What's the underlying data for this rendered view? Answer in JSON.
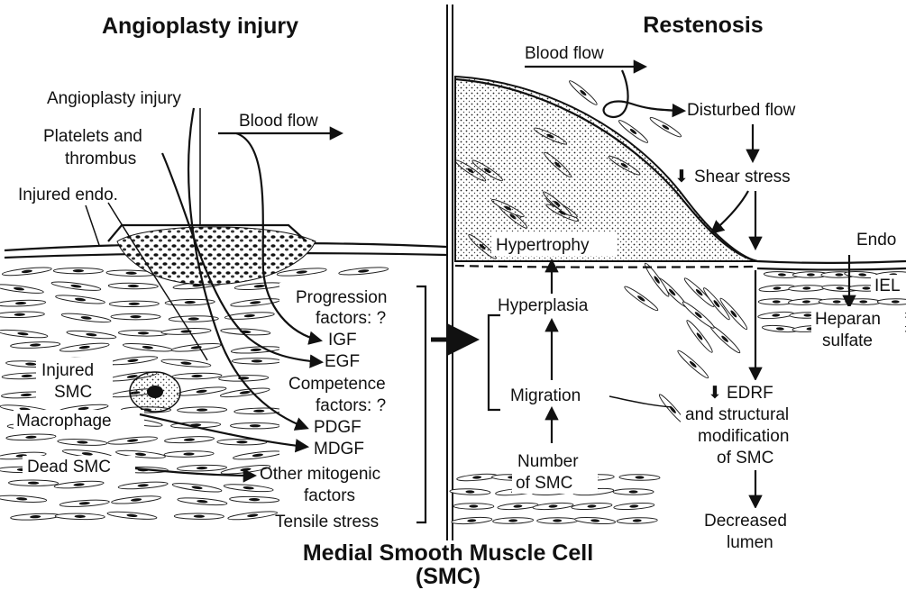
{
  "left_panel": {
    "title": "Angioplasty injury",
    "labels": {
      "angioplasty_injury": "Angioplasty injury",
      "blood_flow": "Blood flow",
      "platelets_line1": "Platelets and",
      "platelets_line2": "thrombus",
      "injured_endo": "Injured endo.",
      "progression_line1": "Progression",
      "progression_line2": "factors: ?",
      "igf": "IGF",
      "egf": "EGF",
      "competence_line1": "Competence",
      "competence_line2": "factors: ?",
      "pdgf": "PDGF",
      "mdgf": "MDGF",
      "injured_smc_line1": "Injured",
      "injured_smc_line2": "SMC",
      "macrophage": "Macrophage",
      "dead_smc": "Dead SMC",
      "other_mitogenic_line1": "Other mitogenic",
      "other_mitogenic_line2": "factors",
      "tensile_stress": "Tensile stress"
    }
  },
  "right_panel": {
    "title": "Restenosis",
    "labels": {
      "blood_flow": "Blood flow",
      "disturbed_flow": "Disturbed flow",
      "shear_stress": "Shear stress",
      "endo": "Endo",
      "iel": "IEL",
      "heparan_line1": "Heparan",
      "heparan_line2": "sulfate",
      "hypertrophy": "Hypertrophy",
      "hyperplasia": "Hyperplasia",
      "migration": "Migration",
      "number_line1": "Number",
      "number_line2": "of SMC",
      "edrf_line1": "EDRF",
      "edrf_line2": "and structural",
      "edrf_line3": "modification",
      "edrf_line4": "of SMC",
      "decreased_line1": "Decreased",
      "decreased_line2": "lumen"
    }
  },
  "bottom_title": {
    "line1": "Medial Smooth Muscle Cell",
    "line2": "(SMC)"
  }
}
